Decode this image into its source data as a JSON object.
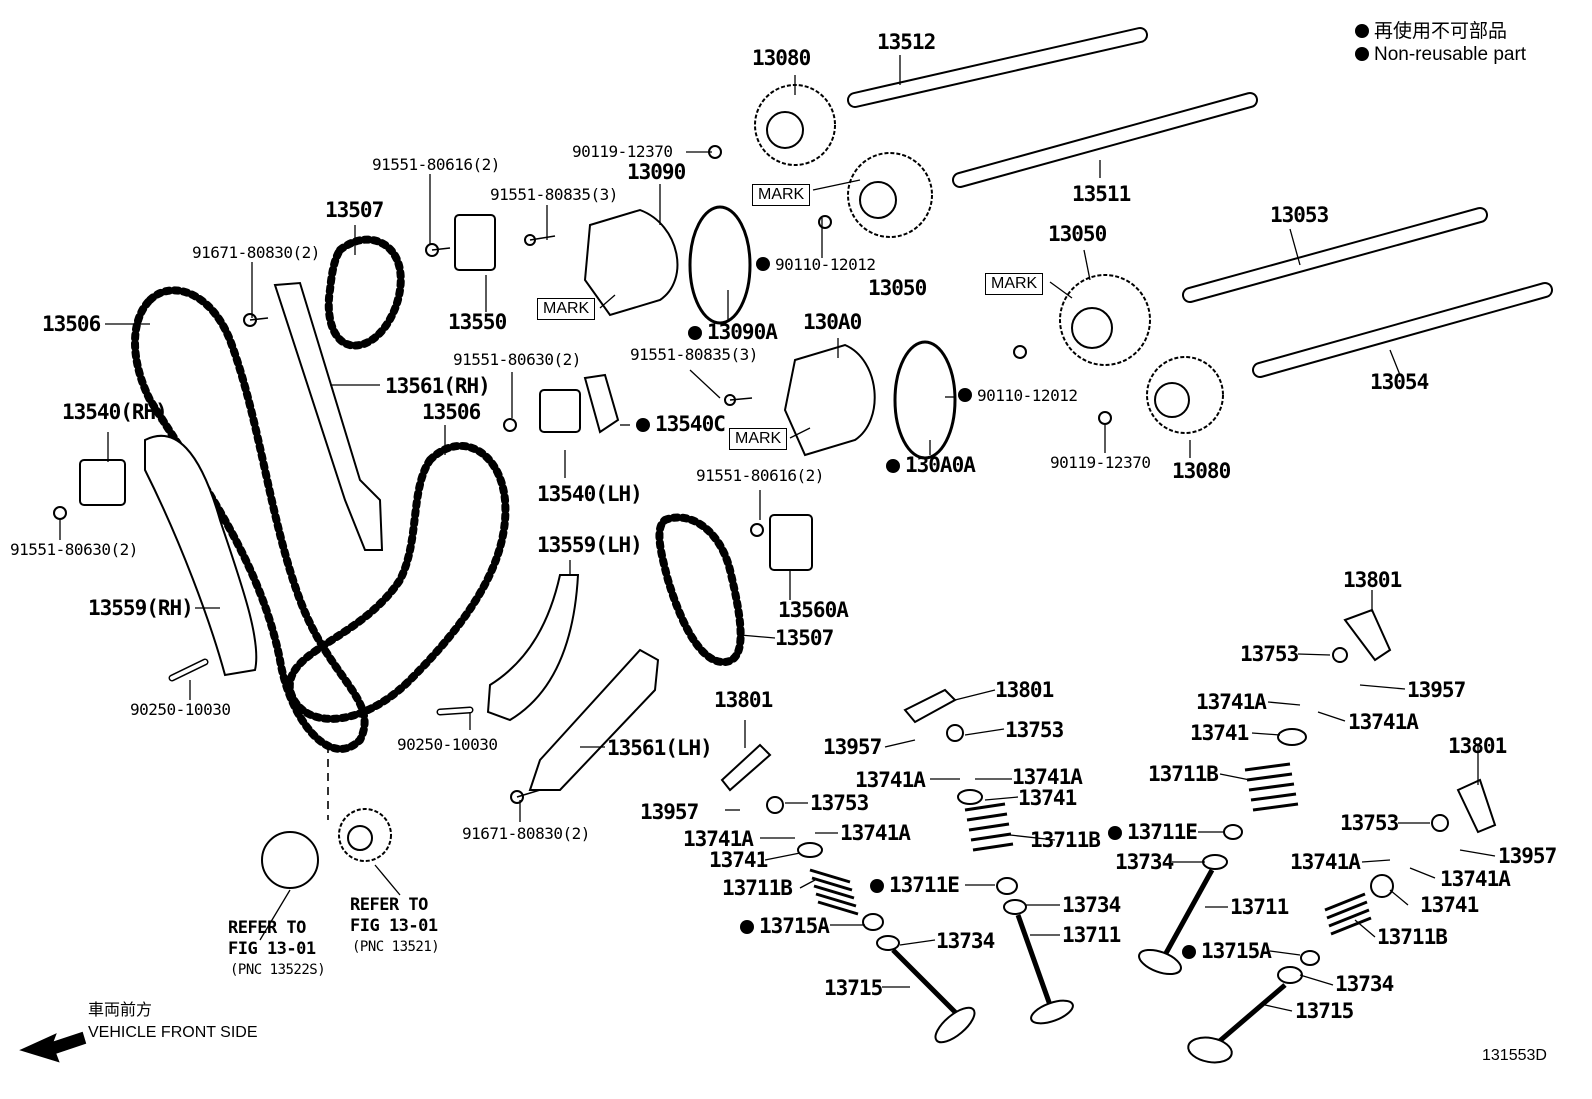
{
  "legend": {
    "jp": "再使用不可部品",
    "en": "Non-reusable part"
  },
  "mark_text": "MARK",
  "direction": {
    "jp": "車両前方",
    "en": "VEHICLE FRONT SIDE"
  },
  "figure_id": "131553D",
  "refer": {
    "a_line1": "REFER TO",
    "a_line2": "FIG 13-01",
    "a_line3": "(PNC 13522S)",
    "b_line1": "REFER TO",
    "b_line2": "FIG 13-01",
    "b_line3": "(PNC 13521)"
  },
  "parts": {
    "p13080_top": "13080",
    "p13512": "13512",
    "p90119_top": "90119-12370",
    "p13090": "13090",
    "p91551_80616_top": "91551-80616(2)",
    "p91551_80835_top": "91551-80835(3)",
    "p13507_top": "13507",
    "p91671_top": "91671-80830(2)",
    "p13550": "13550",
    "p13506_left": "13506",
    "p13561_rh": "13561(RH)",
    "p13506_mid": "13506",
    "p13540_rh": "13540(RH)",
    "p91551_80630_left": "91551-80630(2)",
    "p13559_rh": "13559(RH)",
    "p90250_left": "90250-10030",
    "p13090a": "13090A",
    "p90110_top": "90110-12012",
    "p13050_top": "13050",
    "p13511": "13511",
    "p13053": "13053",
    "p13050_mid": "13050",
    "p130a0": "130A0",
    "p91551_80835_mid": "91551-80835(3)",
    "p91551_80630_mid": "91551-80630(2)",
    "p13540c": "13540C",
    "p13540_lh": "13540(LH)",
    "p130a0a": "130A0A",
    "p90110_mid": "90110-12012",
    "p13054": "13054",
    "p90119_mid": "90119-12370",
    "p13080_mid": "13080",
    "p91551_80616_mid": "91551-80616(2)",
    "p13559_lh": "13559(LH)",
    "p13560a": "13560A",
    "p13507_mid": "13507",
    "p90250_mid": "90250-10030",
    "p13561_lh": "13561(LH)",
    "p91671_mid": "91671-80830(2)",
    "p13801_a": "13801",
    "p13957_a": "13957",
    "p13753_a": "13753",
    "p13741a_a1": "13741A",
    "p13741a_a2": "13741A",
    "p13741_a": "13741",
    "p13711b_a": "13711B",
    "p13715a_a": "13715A",
    "p13734_a": "13734",
    "p13715_a": "13715",
    "p13801_b": "13801",
    "p13957_b": "13957",
    "p13753_b": "13753",
    "p13741a_b1": "13741A",
    "p13741a_b2": "13741A",
    "p13741_b": "13741",
    "p13711b_b": "13711B",
    "p13711e_b": "13711E",
    "p13734_b": "13734",
    "p13711_b": "13711",
    "p13801_c": "13801",
    "p13753_c": "13753",
    "p13957_c": "13957",
    "p13741a_c1": "13741A",
    "p13741a_c2": "13741A",
    "p13741_c": "13741",
    "p13711b_c": "13711B",
    "p13711e_c": "13711E",
    "p13734_c": "13734",
    "p13711_c": "13711",
    "p13801_d": "13801",
    "p13753_d": "13753",
    "p13957_d": "13957",
    "p13741a_d1": "13741A",
    "p13741a_d2": "13741A",
    "p13741_d": "13741",
    "p13711b_d": "13711B",
    "p13715a_d": "13715A",
    "p13734_d": "13734",
    "p13715_d": "13715"
  }
}
